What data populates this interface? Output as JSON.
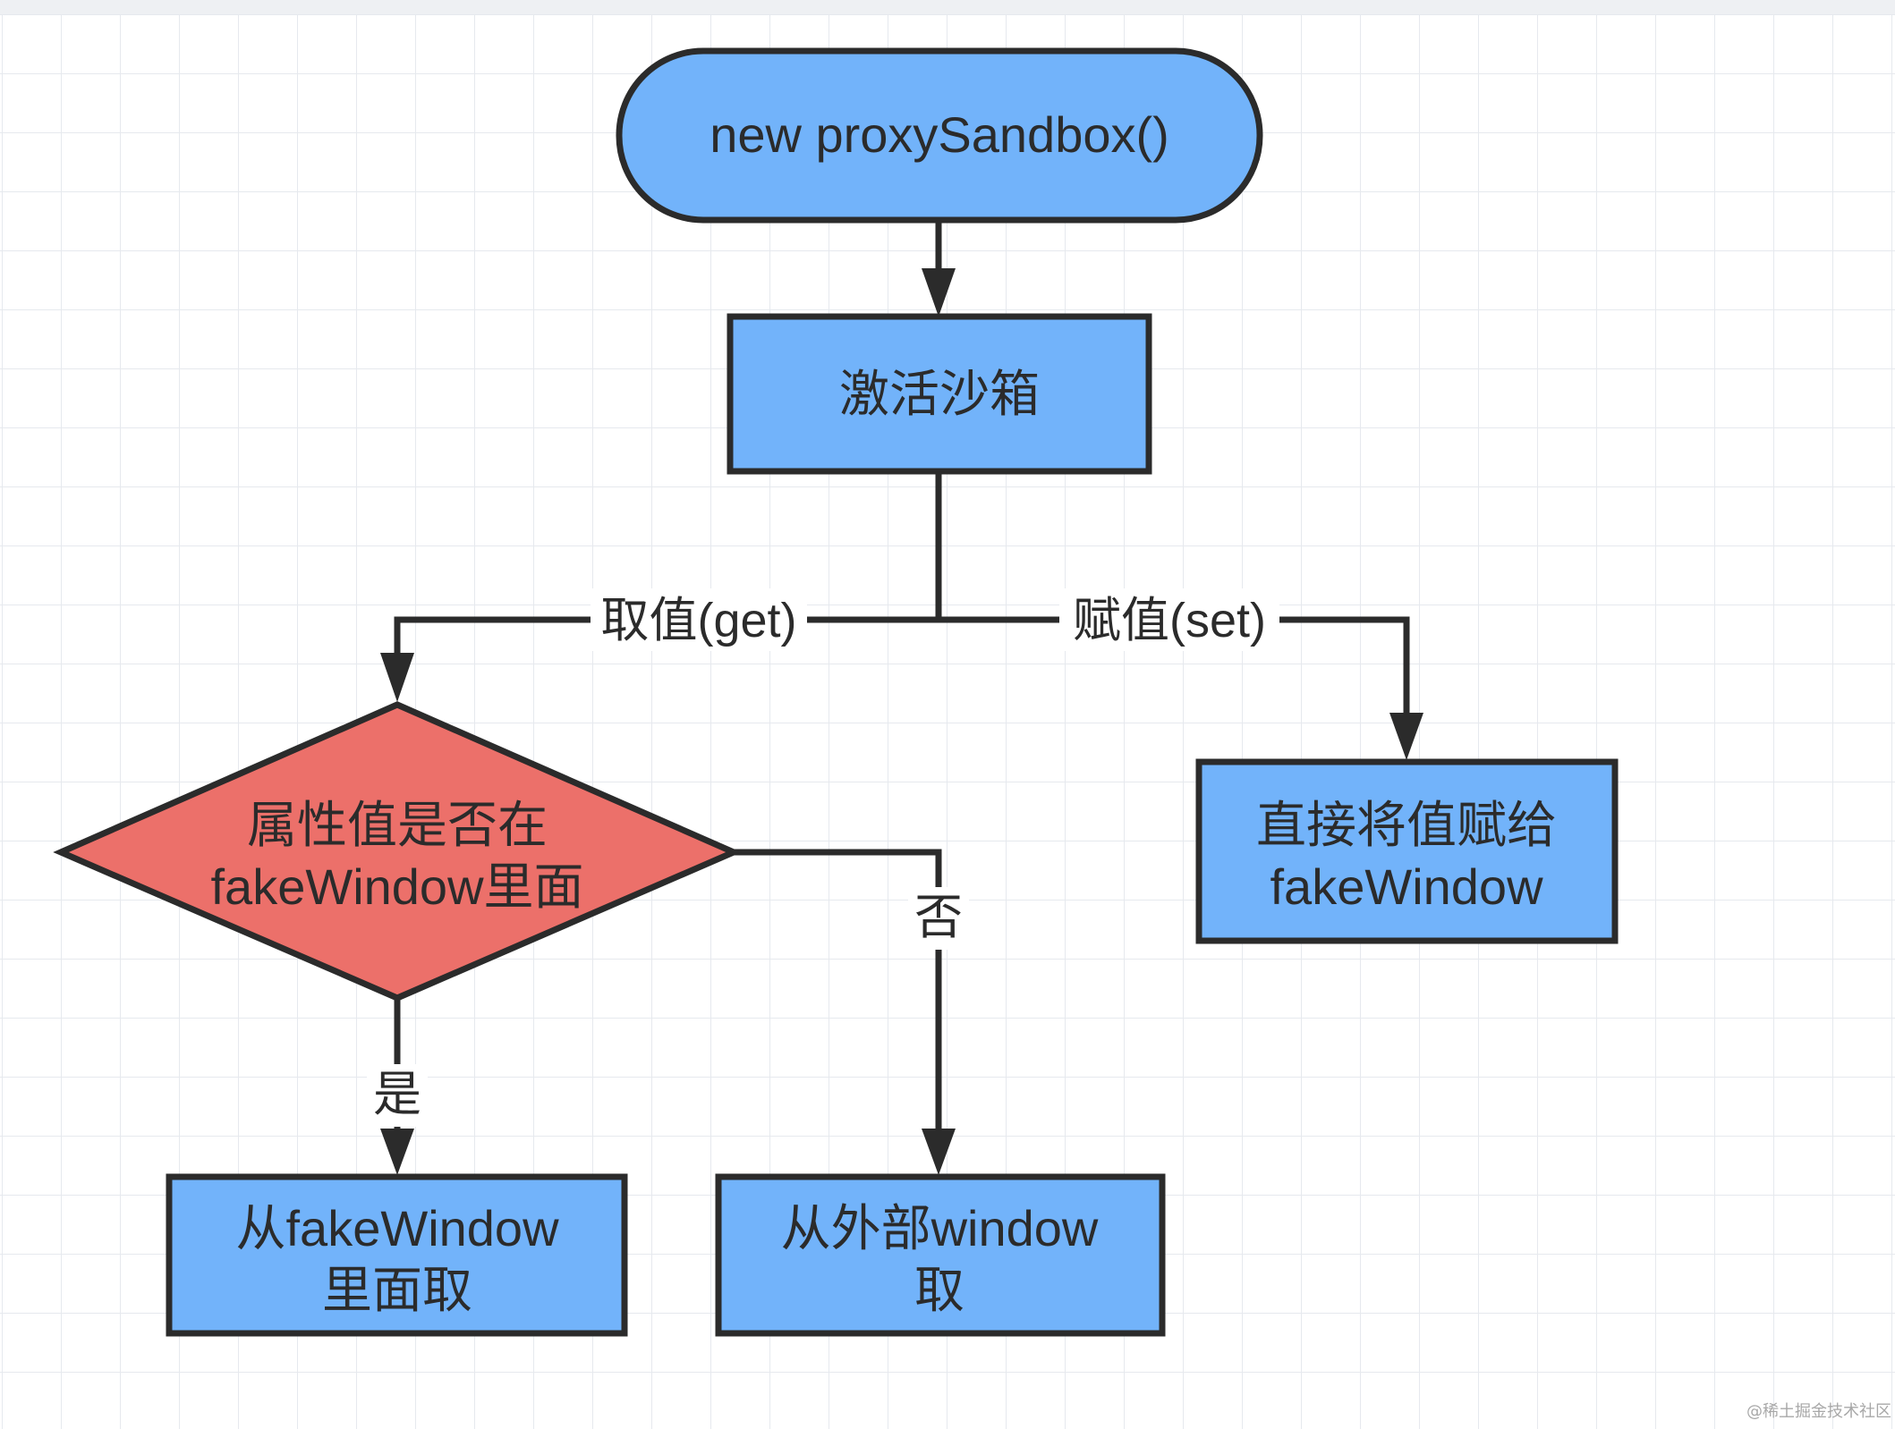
{
  "colors": {
    "background": "#ffffff",
    "grid": "#e6e9ee",
    "stroke": "#2b2b2b",
    "process_fill": "#72b3fa",
    "decision_fill": "#ec706a",
    "text": "#2b2b2b"
  },
  "nodes": {
    "start": "new proxySandbox()",
    "activate": "激活沙箱",
    "decision": [
      "属性值是否在",
      "fakeWindow里面"
    ],
    "assign": [
      "直接将值赋给",
      "fakeWindow"
    ],
    "get_fake": [
      "从fakeWindow",
      "里面取"
    ],
    "get_outer": [
      "从外部window",
      "取"
    ]
  },
  "edges": {
    "get_label": "取值(get)",
    "set_label": "赋值(set)",
    "yes_label": "是",
    "no_label": "否"
  },
  "watermark": "@稀土掘金技术社区"
}
